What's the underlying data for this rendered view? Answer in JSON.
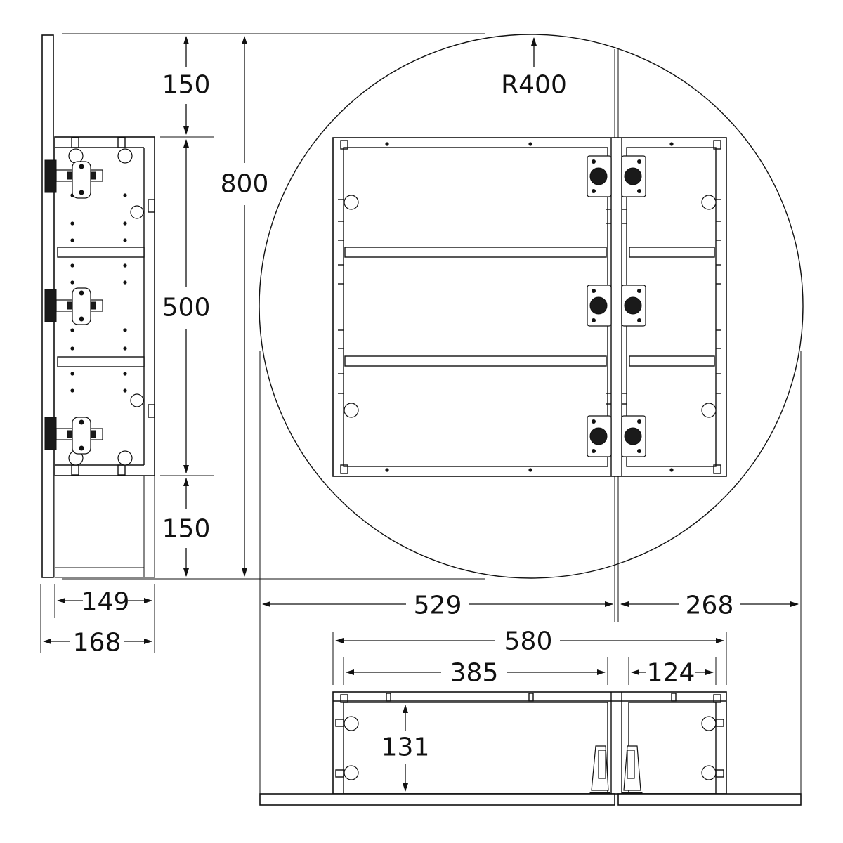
{
  "colors": {
    "line": "#111111",
    "background": "#ffffff"
  },
  "dimensions": {
    "top_offset": "150",
    "overall_height": "800",
    "inner_height": "500",
    "bottom_offset": "150",
    "inner_depth": "149",
    "overall_depth": "168",
    "radius": "R400",
    "left_width": "529",
    "right_width": "268",
    "cabinet_width": "580",
    "left_inner_width": "385",
    "right_inner_width": "124",
    "inner_depth_plan": "131"
  }
}
